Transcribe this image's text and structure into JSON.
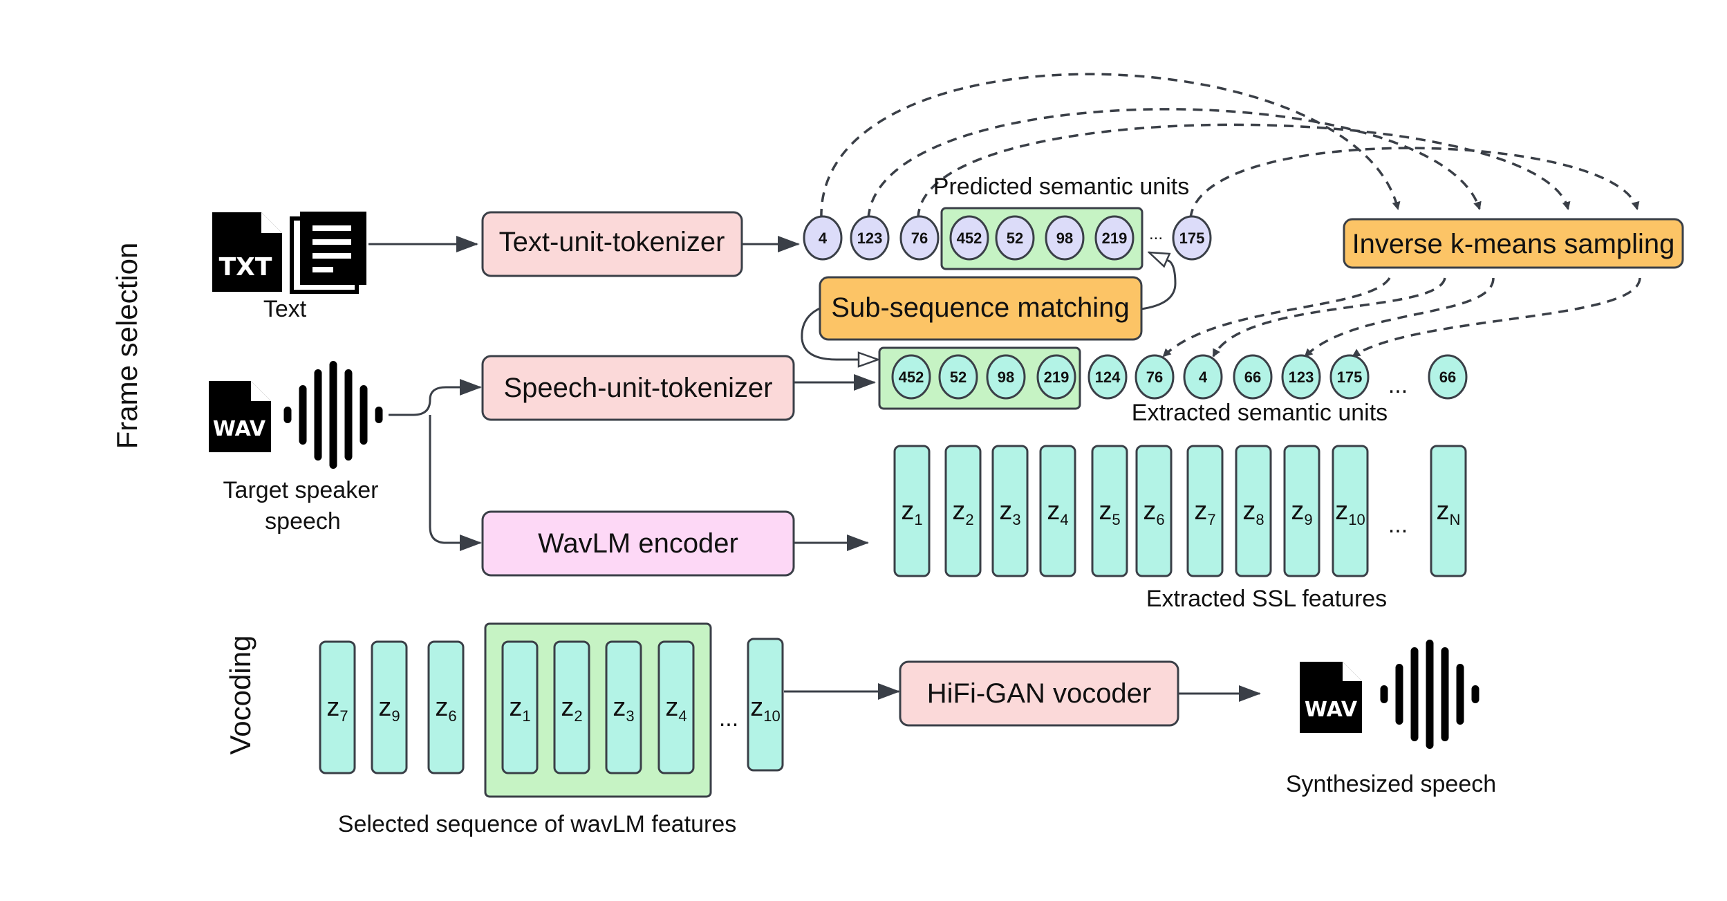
{
  "labels": {
    "frame_selection": "Frame selection",
    "vocoding": "Vocoding"
  },
  "inputs": {
    "text_icon": "TXT",
    "text_label": "Text",
    "wav_icon": "WAV",
    "speech_label_1": "Target speaker",
    "speech_label_2": "speech"
  },
  "modules": {
    "text_tokenizer": "Text-unit-tokenizer",
    "speech_tokenizer": "Speech-unit-tokenizer",
    "wavlm_encoder": "WavLM encoder",
    "subseq_matching": "Sub-sequence matching",
    "inverse_kmeans": "Inverse k-means sampling",
    "vocoder": "HiFi-GAN vocoder"
  },
  "predicted": {
    "caption": "Predicted semantic units",
    "units": [
      "4",
      "123",
      "76",
      "452",
      "52",
      "98",
      "219",
      "175"
    ],
    "ellipsis": "..."
  },
  "extracted": {
    "caption": "Extracted semantic units",
    "units": [
      "452",
      "52",
      "98",
      "219",
      "124",
      "76",
      "4",
      "66",
      "123",
      "175",
      "66"
    ],
    "ellipsis": "..."
  },
  "ssl": {
    "caption": "Extracted SSL features",
    "base": "z",
    "subs": [
      "1",
      "2",
      "3",
      "4",
      "5",
      "6",
      "7",
      "8",
      "9",
      "10",
      "N"
    ],
    "ellipsis": "..."
  },
  "selected": {
    "caption": "Selected sequence of  wavLM features",
    "base": "z",
    "subs": [
      "7",
      "9",
      "6",
      "1",
      "2",
      "3",
      "4",
      "10"
    ],
    "ellipsis": "..."
  },
  "output": {
    "wav_icon": "WAV",
    "caption": "Synthesized speech"
  },
  "colors": {
    "pink": "#fbd9d9",
    "magenta": "#fdd8f6",
    "orange": "#fcc466",
    "green": "#c6f3c4",
    "cyan": "#b3f3e6",
    "lavender": "#dcdcf9",
    "stroke": "#3a3f47"
  }
}
